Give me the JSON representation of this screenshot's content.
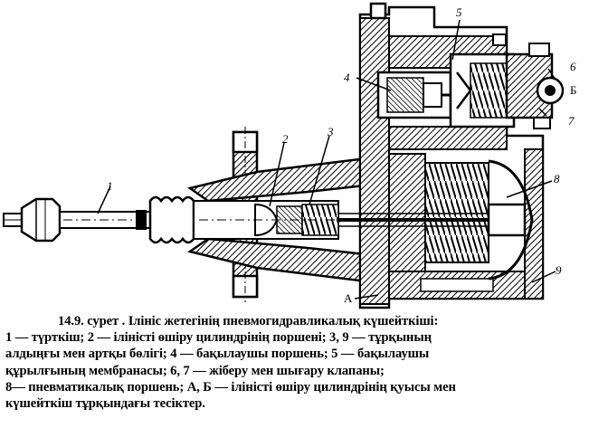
{
  "figure": {
    "callouts": [
      {
        "id": "1",
        "text": "1"
      },
      {
        "id": "2",
        "text": "2"
      },
      {
        "id": "3",
        "text": "3"
      },
      {
        "id": "4",
        "text": "4"
      },
      {
        "id": "5",
        "text": "5"
      },
      {
        "id": "6",
        "text": "6"
      },
      {
        "id": "7",
        "text": "7"
      },
      {
        "id": "8",
        "text": "8"
      },
      {
        "id": "9",
        "text": "9"
      },
      {
        "id": "A",
        "text": "А"
      },
      {
        "id": "B",
        "text": "Б"
      }
    ]
  },
  "caption": {
    "title": "14.9. сурет . Ілініс жетегінің пневмогидравликалық  күшейткіші:",
    "lines": [
      "1 — түрткіш; 2 — іліністі өшіру цилиндрінің поршені; 3, 9 — тұрқының",
      "алдыңғы мен артқы  бөлігі; 4 — бақылаушы  поршень; 5 — бақылаушы",
      "құрылғының мембранасы;  6, 7 — жіберу мен шығару  клапаны;",
      "8— пневматикалық  поршень; А, Б — іліністі өшіру цилиндрінің қуысы мен",
      "күшейткіш тұрқындағы  тесіктер."
    ]
  }
}
